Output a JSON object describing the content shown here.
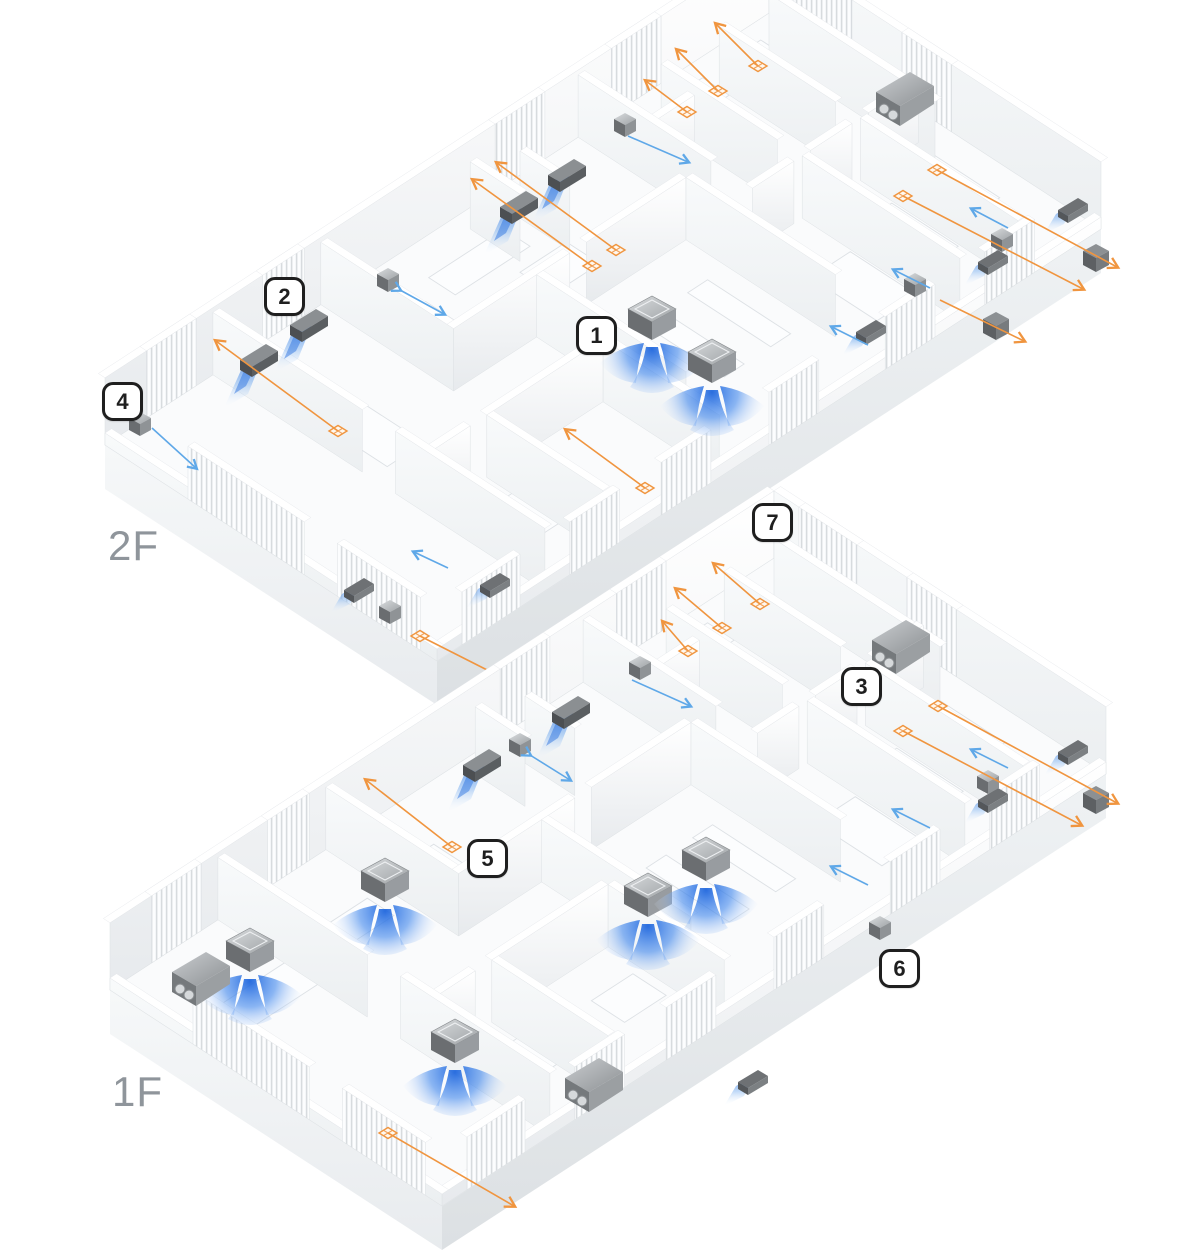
{
  "figure": {
    "type": "isometric-two-floor-hvac-airflow-diagram",
    "floors": [
      {
        "label": "2F"
      },
      {
        "label": "1F"
      }
    ],
    "callouts": [
      {
        "label": "1"
      },
      {
        "label": "2"
      },
      {
        "label": "3"
      },
      {
        "label": "4"
      },
      {
        "label": "5"
      },
      {
        "label": "6"
      },
      {
        "label": "7"
      }
    ],
    "colors": {
      "piping_orange": "#f0953f",
      "airflow_blue": "#2e74e0",
      "arrow_blue": "#5fa8e8",
      "floor_label_gray": "#8f959b",
      "badge_border": "#1f1f1f",
      "badge_bg": "#ffffff",
      "background": "#ffffff"
    },
    "icons": {
      "ceiling_cassette_unit": "iso-gray-cube-with-blue-fan-spread",
      "wall_mounted_unit": "gray-wall-bar-with-blue-air-curtain",
      "ventilation_unit": "small-gray-iso-cube",
      "duct_unit": "large-gray-iso-box-with-round-ports",
      "pipe_connector": "orange-diamond-with-cross",
      "refrigerant_pipe": "orange-arrow-line",
      "airflow_arrow": "blue-arrow-line"
    }
  }
}
